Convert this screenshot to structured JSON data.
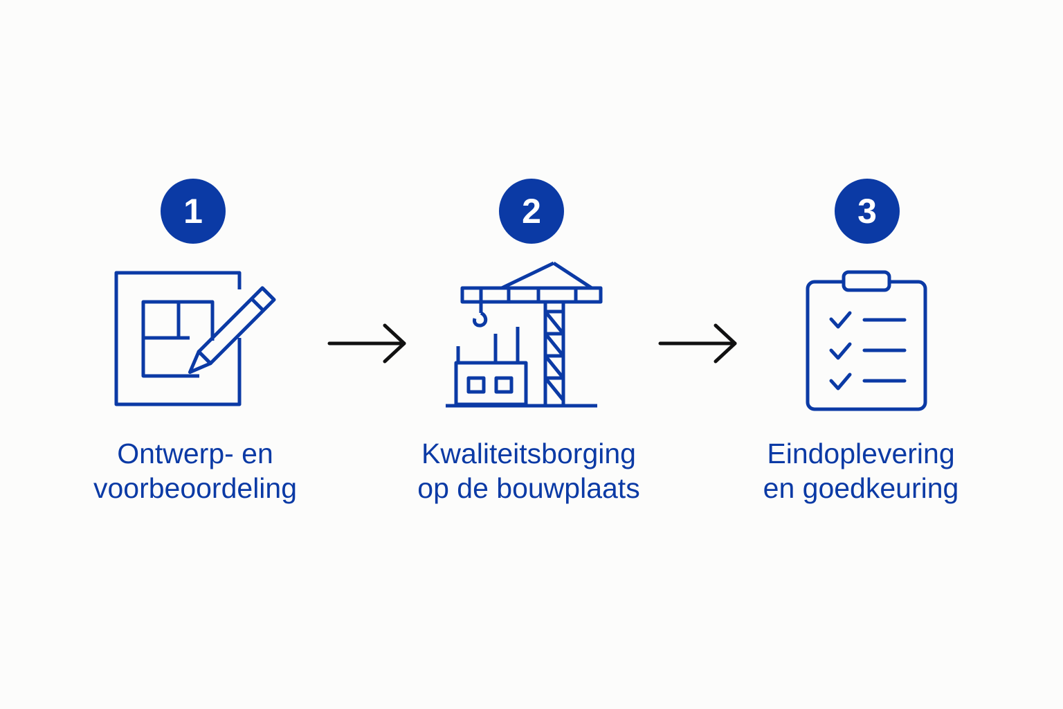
{
  "colors": {
    "accent": "#0b3aa5",
    "arrow": "#111111",
    "background": "#fcfcfb"
  },
  "steps": [
    {
      "number": "1",
      "icon": "blueprint-pencil-icon",
      "label_line1": "Ontwerp- en",
      "label_line2": "voorbeoordeling"
    },
    {
      "number": "2",
      "icon": "construction-crane-icon",
      "label_line1": "Kwaliteitsborging",
      "label_line2": "op de bouwplaats"
    },
    {
      "number": "3",
      "icon": "clipboard-checklist-icon",
      "label_line1": "Eindoplevering",
      "label_line2": "en goedkeuring"
    }
  ]
}
